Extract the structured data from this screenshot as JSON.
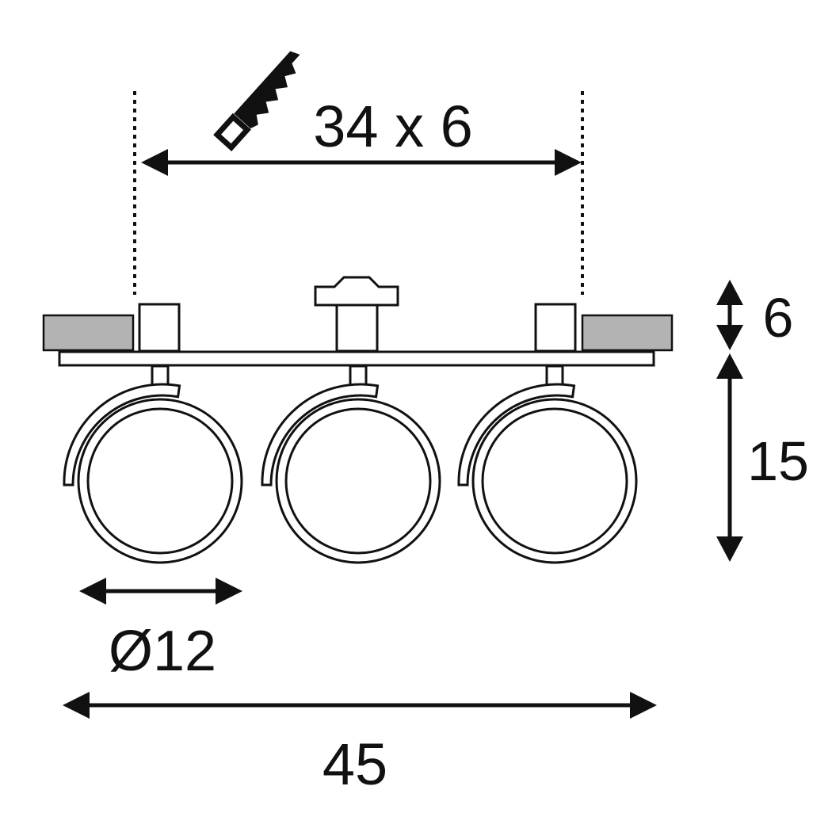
{
  "title": "Recessed triple spot dimension drawing",
  "dimensions": {
    "cutout": "34 x 6",
    "recess_height": "6",
    "lamp_height": "15",
    "lamp_diameter": "Ø12",
    "total_length": "45"
  },
  "icons": {
    "cutout": "saw-icon"
  },
  "colors": {
    "line": "#111111",
    "ceiling": "#b3b3b3",
    "background": "#ffffff"
  }
}
